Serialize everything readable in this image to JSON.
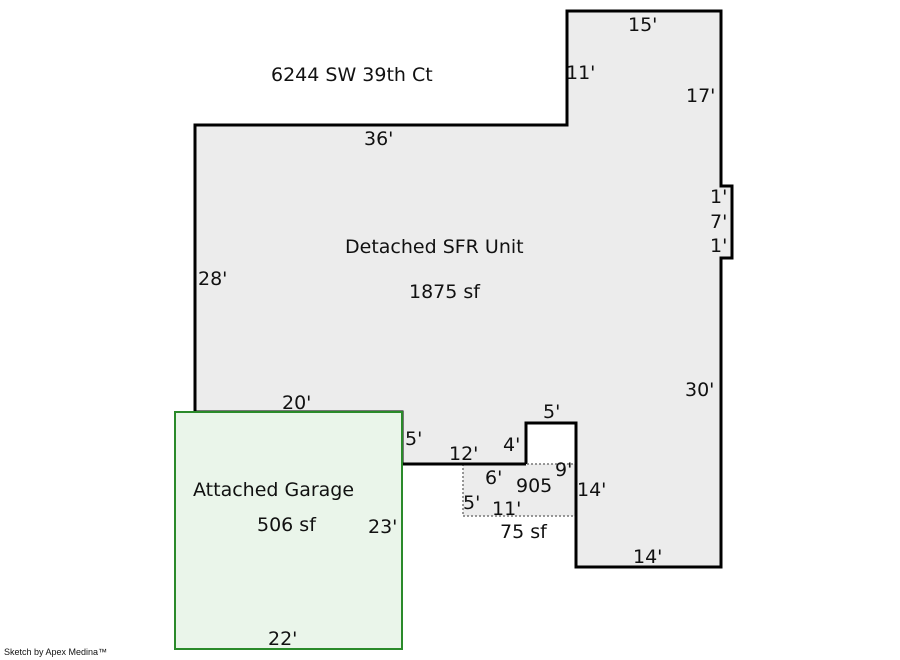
{
  "address": "6244 SW 39th Ct",
  "credit": "Sketch by Apex Medina™",
  "colors": {
    "house_fill": "#ececec",
    "house_stroke": "#000000",
    "garage_fill": "#eaf5ea",
    "garage_stroke": "#2a8a2a"
  },
  "areas": {
    "house": {
      "name": "Detached SFR Unit",
      "size": "1875 sf"
    },
    "garage": {
      "name": "Attached Garage",
      "size": "506 sf"
    },
    "sub": {
      "code": "905",
      "size": "75 sf"
    }
  },
  "dimensions": {
    "top_right": "15'",
    "step_left": "11'",
    "right_upper": "17'",
    "bump_top": "1'",
    "bump_mid": "7'",
    "bump_bottom": "1'",
    "top_main": "36'",
    "left": "28'",
    "right_lower": "30'",
    "house_bottom_left": "20'",
    "garage_step": "5'",
    "notch_bottom": "12'",
    "notch_up": "4'",
    "notch_top": "5'",
    "notch_right": "14'",
    "bottom_right": "14'",
    "sub_top": "6'",
    "sub_right": "9'",
    "sub_left": "5'",
    "sub_bottom": "11'",
    "garage_right": "23'",
    "garage_bottom": "22'"
  }
}
